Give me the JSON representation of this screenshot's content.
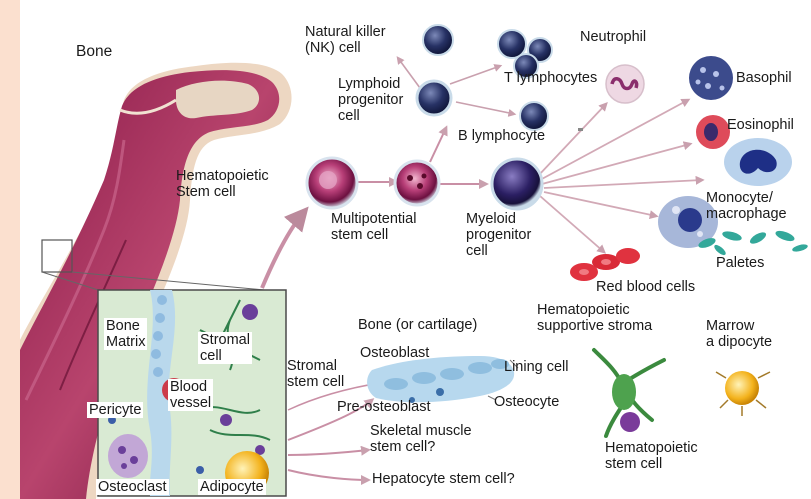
{
  "labels": {
    "bone": "Bone",
    "nk_cell": "Natural killer\n(NK) cell",
    "neutrophil": "Neutrophil",
    "lymphoid_progenitor": "Lymphoid\nprogenitor\ncell",
    "t_lymphocytes": "T lymphocytes",
    "basophil": "Basophil",
    "b_lymphocyte": "B lymphocyte",
    "eosinophil": "Eosinophil",
    "hematopoietic_stem_cell_top": "Hematopoietic\nStem cell",
    "multipotential_stem_cell": "Multipotential\nstem cell",
    "myeloid_progenitor": "Myeloid\nprogenitor\ncell",
    "monocyte": "Monocyte/\nmacrophage",
    "paletes": "Paletes",
    "red_blood_cells": "Red blood cells",
    "bone_matrix": "Bone\nMatrix",
    "stromal_cell": "Stromal\ncell",
    "blood_vessel": "Blood\nvessel",
    "pericyte": "Pericyte",
    "osteoclast": "Osteoclast",
    "adipocyte": "Adipocyte",
    "bone_cartilage": "Bone (or cartilage)",
    "hematopoietic_supportive_stroma": "Hematopoietic\nsupportive stroma",
    "marrow_adipocyte": "Marrow\na dipocyte",
    "osteoblast": "Osteoblast",
    "stromal_stem_cell": "Stromal\nstem cell",
    "lining_cell": "Lining cell",
    "pre_osteoblast": "Pre-osteoblast",
    "osteocyte": "Osteocyte",
    "skeletal_muscle": "Skeletal muscle\nstem cell?",
    "hematopoietic_stem_cell_bottom": "Hematopoietic\nstem cell",
    "hepatocyte": "Hepatocyte stem cell?"
  }
}
